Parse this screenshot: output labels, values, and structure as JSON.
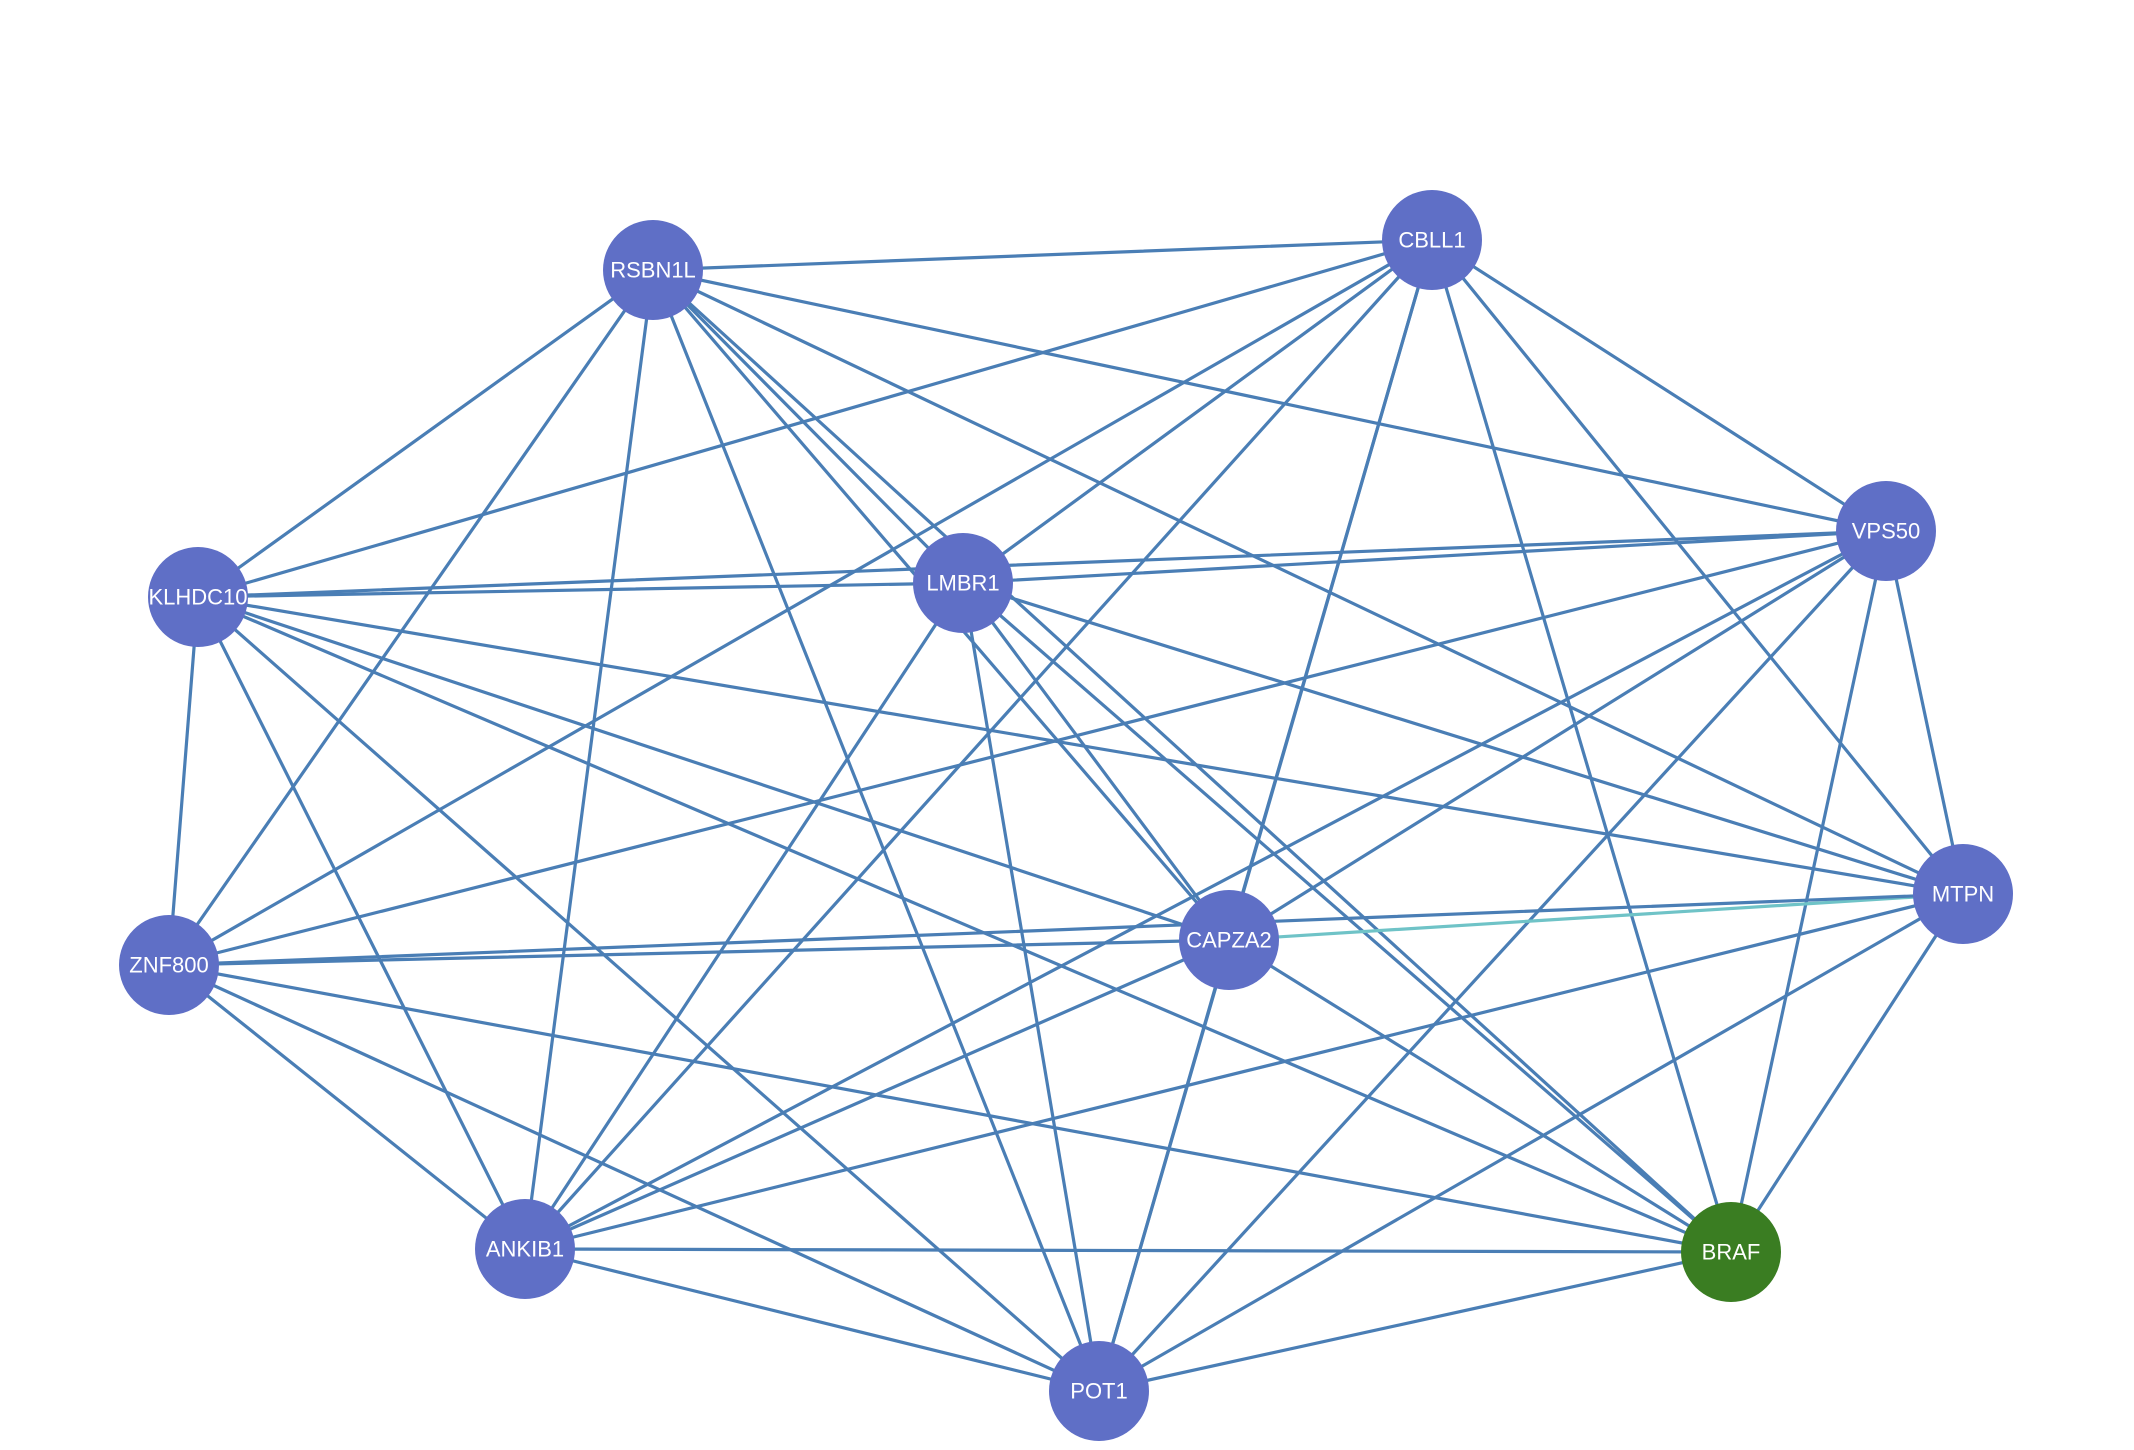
{
  "colors": {
    "edge": "#4a7eb5",
    "edge_highlight": "#6fc3c7",
    "node_default": "#5f6fc6",
    "node_highlight": "#3a7d22",
    "label": "#ffffff"
  },
  "nodes": [
    {
      "id": "RSBN1L",
      "label": "RSBN1L",
      "color_key": "node_default"
    },
    {
      "id": "CBLL1",
      "label": "CBLL1",
      "color_key": "node_default"
    },
    {
      "id": "VPS50",
      "label": "VPS50",
      "color_key": "node_default"
    },
    {
      "id": "KLHDC10",
      "label": "KLHDC10",
      "color_key": "node_default"
    },
    {
      "id": "LMBR1",
      "label": "LMBR1",
      "color_key": "node_default"
    },
    {
      "id": "MTPN",
      "label": "MTPN",
      "color_key": "node_default"
    },
    {
      "id": "CAPZA2",
      "label": "CAPZA2",
      "color_key": "node_default"
    },
    {
      "id": "ZNF800",
      "label": "ZNF800",
      "color_key": "node_default"
    },
    {
      "id": "ANKIB1",
      "label": "ANKIB1",
      "color_key": "node_default"
    },
    {
      "id": "BRAF",
      "label": "BRAF",
      "color_key": "node_highlight"
    },
    {
      "id": "POT1",
      "label": "POT1",
      "color_key": "node_default"
    }
  ],
  "edges": [
    {
      "source": "RSBN1L",
      "target": "CBLL1"
    },
    {
      "source": "RSBN1L",
      "target": "VPS50"
    },
    {
      "source": "RSBN1L",
      "target": "KLHDC10"
    },
    {
      "source": "RSBN1L",
      "target": "LMBR1"
    },
    {
      "source": "RSBN1L",
      "target": "MTPN"
    },
    {
      "source": "RSBN1L",
      "target": "CAPZA2"
    },
    {
      "source": "RSBN1L",
      "target": "ZNF800"
    },
    {
      "source": "RSBN1L",
      "target": "ANKIB1"
    },
    {
      "source": "RSBN1L",
      "target": "BRAF"
    },
    {
      "source": "RSBN1L",
      "target": "POT1"
    },
    {
      "source": "CBLL1",
      "target": "VPS50"
    },
    {
      "source": "CBLL1",
      "target": "KLHDC10"
    },
    {
      "source": "CBLL1",
      "target": "LMBR1"
    },
    {
      "source": "CBLL1",
      "target": "MTPN"
    },
    {
      "source": "CBLL1",
      "target": "CAPZA2"
    },
    {
      "source": "CBLL1",
      "target": "ZNF800"
    },
    {
      "source": "CBLL1",
      "target": "ANKIB1"
    },
    {
      "source": "CBLL1",
      "target": "BRAF"
    },
    {
      "source": "CBLL1",
      "target": "POT1"
    },
    {
      "source": "VPS50",
      "target": "KLHDC10"
    },
    {
      "source": "VPS50",
      "target": "LMBR1"
    },
    {
      "source": "VPS50",
      "target": "MTPN"
    },
    {
      "source": "VPS50",
      "target": "CAPZA2"
    },
    {
      "source": "VPS50",
      "target": "ZNF800"
    },
    {
      "source": "VPS50",
      "target": "ANKIB1"
    },
    {
      "source": "VPS50",
      "target": "BRAF"
    },
    {
      "source": "VPS50",
      "target": "POT1"
    },
    {
      "source": "KLHDC10",
      "target": "LMBR1"
    },
    {
      "source": "KLHDC10",
      "target": "MTPN"
    },
    {
      "source": "KLHDC10",
      "target": "CAPZA2"
    },
    {
      "source": "KLHDC10",
      "target": "ZNF800"
    },
    {
      "source": "KLHDC10",
      "target": "ANKIB1"
    },
    {
      "source": "KLHDC10",
      "target": "BRAF"
    },
    {
      "source": "KLHDC10",
      "target": "POT1"
    },
    {
      "source": "LMBR1",
      "target": "MTPN"
    },
    {
      "source": "LMBR1",
      "target": "CAPZA2"
    },
    {
      "source": "LMBR1",
      "target": "ANKIB1"
    },
    {
      "source": "LMBR1",
      "target": "BRAF"
    },
    {
      "source": "LMBR1",
      "target": "POT1"
    },
    {
      "source": "MTPN",
      "target": "CAPZA2",
      "highlight": true
    },
    {
      "source": "MTPN",
      "target": "ZNF800"
    },
    {
      "source": "MTPN",
      "target": "ANKIB1"
    },
    {
      "source": "MTPN",
      "target": "BRAF"
    },
    {
      "source": "MTPN",
      "target": "POT1"
    },
    {
      "source": "CAPZA2",
      "target": "ZNF800"
    },
    {
      "source": "CAPZA2",
      "target": "ANKIB1"
    },
    {
      "source": "CAPZA2",
      "target": "BRAF"
    },
    {
      "source": "CAPZA2",
      "target": "POT1"
    },
    {
      "source": "ZNF800",
      "target": "ANKIB1"
    },
    {
      "source": "ZNF800",
      "target": "BRAF"
    },
    {
      "source": "ZNF800",
      "target": "POT1"
    },
    {
      "source": "ANKIB1",
      "target": "BRAF"
    },
    {
      "source": "ANKIB1",
      "target": "POT1"
    },
    {
      "source": "BRAF",
      "target": "POT1"
    }
  ]
}
